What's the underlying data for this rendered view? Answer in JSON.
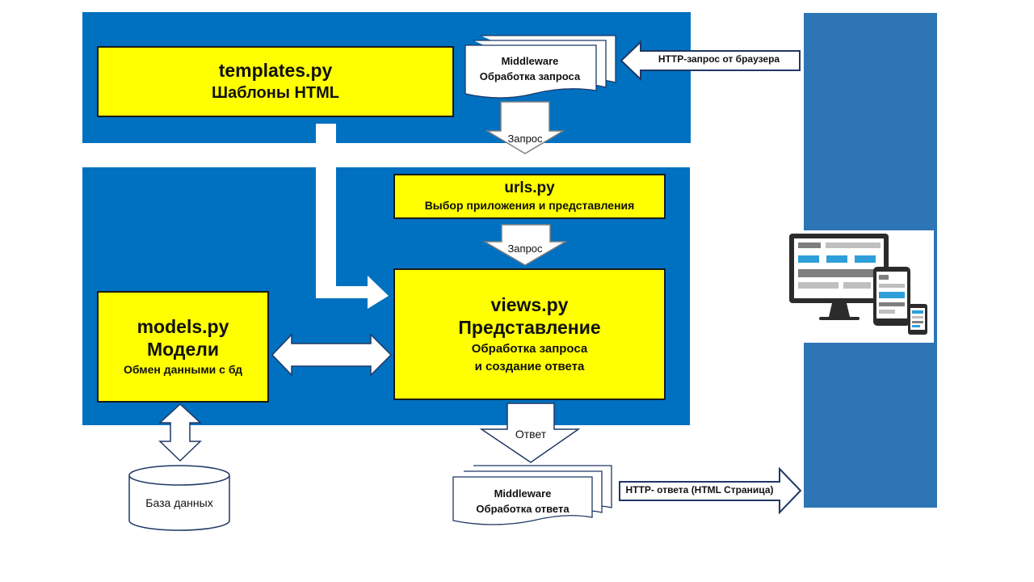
{
  "templates": {
    "file": "templates.py",
    "desc": "Шаблоны HTML"
  },
  "middleware_request": {
    "title": "Middleware",
    "desc": "Обработка запроса"
  },
  "http_request": {
    "label": "HTTP-запрос от браузера"
  },
  "arrow_request_1": {
    "label": "Запрос"
  },
  "urls": {
    "file": "urls.py",
    "desc": "Выбор приложения и представления"
  },
  "arrow_request_2": {
    "label": "Запрос"
  },
  "views": {
    "file": "views.py",
    "title": "Представление",
    "desc1": "Обработка запроса",
    "desc2": "и создание ответа"
  },
  "models": {
    "file": "models.py",
    "title": "Модели",
    "desc": "Обмен данными с бд"
  },
  "arrow_response": {
    "label": "Ответ"
  },
  "database": {
    "label": "База данных"
  },
  "middleware_response": {
    "title": "Middleware",
    "desc": "Обработка ответа"
  },
  "http_response": {
    "label": "HTTP- ответа (HTML Страница)"
  },
  "colors": {
    "panel": "#0070c0",
    "browser_bar": "#2e75b6",
    "box": "#ffff00",
    "screen_blue": "#2e9fd9"
  }
}
